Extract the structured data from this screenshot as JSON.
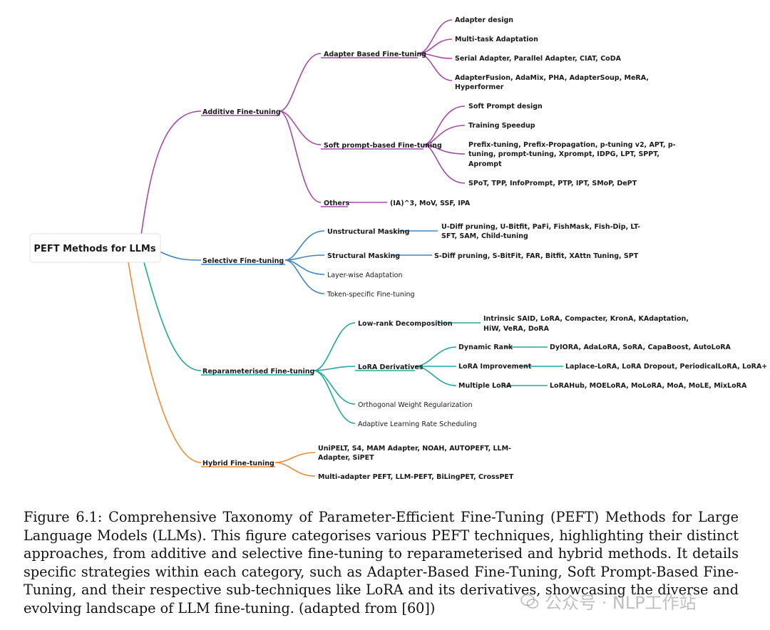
{
  "colors": {
    "additive": "#a54aa8",
    "selective": "#3f86c6",
    "reparam": "#22a89a",
    "hybrid": "#ef8a35"
  },
  "root": "PEFT Methods for LLMs",
  "additive": {
    "label": "Additive Fine-tuning",
    "adapter": {
      "label": "Adapter Based Fine-tuning",
      "items": [
        "Adapter design",
        "Multi-task Adaptation",
        "Serial Adapter, Parallel Adapter, CIAT, CoDA",
        "AdapterFusion, AdaMix, PHA, AdapterSoup, MeRA,",
        "Hyperformer"
      ]
    },
    "soft": {
      "label": "Soft prompt-based Fine-tuning",
      "items": [
        "Soft Prompt design",
        "Training Speedup",
        "Prefix-tuning, Prefix-Propagation, p-tuning v2, APT, p-",
        "tuning, prompt-tuning, Xprompt, IDPG, LPT, SPPT,",
        "Aprompt",
        "SPoT, TPP, InfoPrompt, PTP, IPT, SMoP, DePT"
      ]
    },
    "others": {
      "label": "Others",
      "items": [
        "(IA)^3, MoV, SSF, IPA"
      ]
    }
  },
  "selective": {
    "label": "Selective Fine-tuning",
    "unstructural": {
      "label": "Unstructural Masking",
      "items": [
        "U-Diff pruning, U-Bitfit, PaFi, FishMask, Fish-Dip, LT-",
        "SFT, SAM, Child-tuning"
      ]
    },
    "structural": {
      "label": "Structural Masking",
      "items": [
        "S-Diff pruning, S-BitFit, FAR, Bitfit, XAttn Tuning, SPT"
      ]
    },
    "layerwise": "Layer-wise Adaptation",
    "token": "Token-specific Fine-tuning"
  },
  "reparam": {
    "label": "Reparameterised Fine-tuning",
    "lowrank": {
      "label": "Low-rank Decomposition",
      "items": [
        "Intrinsic SAID, LoRA, Compacter, KronA, KAdaptation,",
        "HiW, VeRA, DoRA"
      ]
    },
    "lora": {
      "label": "LoRA Derivatives",
      "dynamic": {
        "label": "Dynamic Rank",
        "items": [
          "DyIORA, AdaLoRA, SoRA, CapaBoost, AutoLoRA"
        ]
      },
      "improvement": {
        "label": "LoRA Improvement",
        "items": [
          "Laplace-LoRA, LoRA Dropout, PeriodicalLoRA, LoRA+"
        ]
      },
      "multiple": {
        "label": "Multiple LoRA",
        "items": [
          "LoRAHub, MOELoRA, MoLoRA, MoA, MoLE, MixLoRA"
        ]
      }
    },
    "orthogonal": "Orthogonal Weight Regularization",
    "adaptive": "Adaptive Learning Rate Scheduling"
  },
  "hybrid": {
    "label": "Hybrid Fine-tuning",
    "items": [
      "UniPELT, S4, MAM Adapter, NOAH, AUTOPEFT, LLM-",
      "Adapter, SiPET",
      "Multi-adapter PEFT, LLM-PEFT, BiLingPET, CrossPET"
    ]
  },
  "caption": "Figure 6.1: Comprehensive Taxonomy of Parameter-Efficient Fine-Tuning (PEFT) Methods for Large Language Models (LLMs). This figure categorises various PEFT techniques, highlighting their distinct approaches, from additive and selective fine-tuning to reparameterised and hybrid methods. It details specific strategies within each category, such as Adapter-Based Fine-Tuning, Soft Prompt-Based Fine-Tuning, and their respective sub-techniques like LoRA and its derivatives, showcasing the diverse and evolving landscape of LLM fine-tuning. (adapted from [60])",
  "watermark": "公众号 · NLP工作站"
}
